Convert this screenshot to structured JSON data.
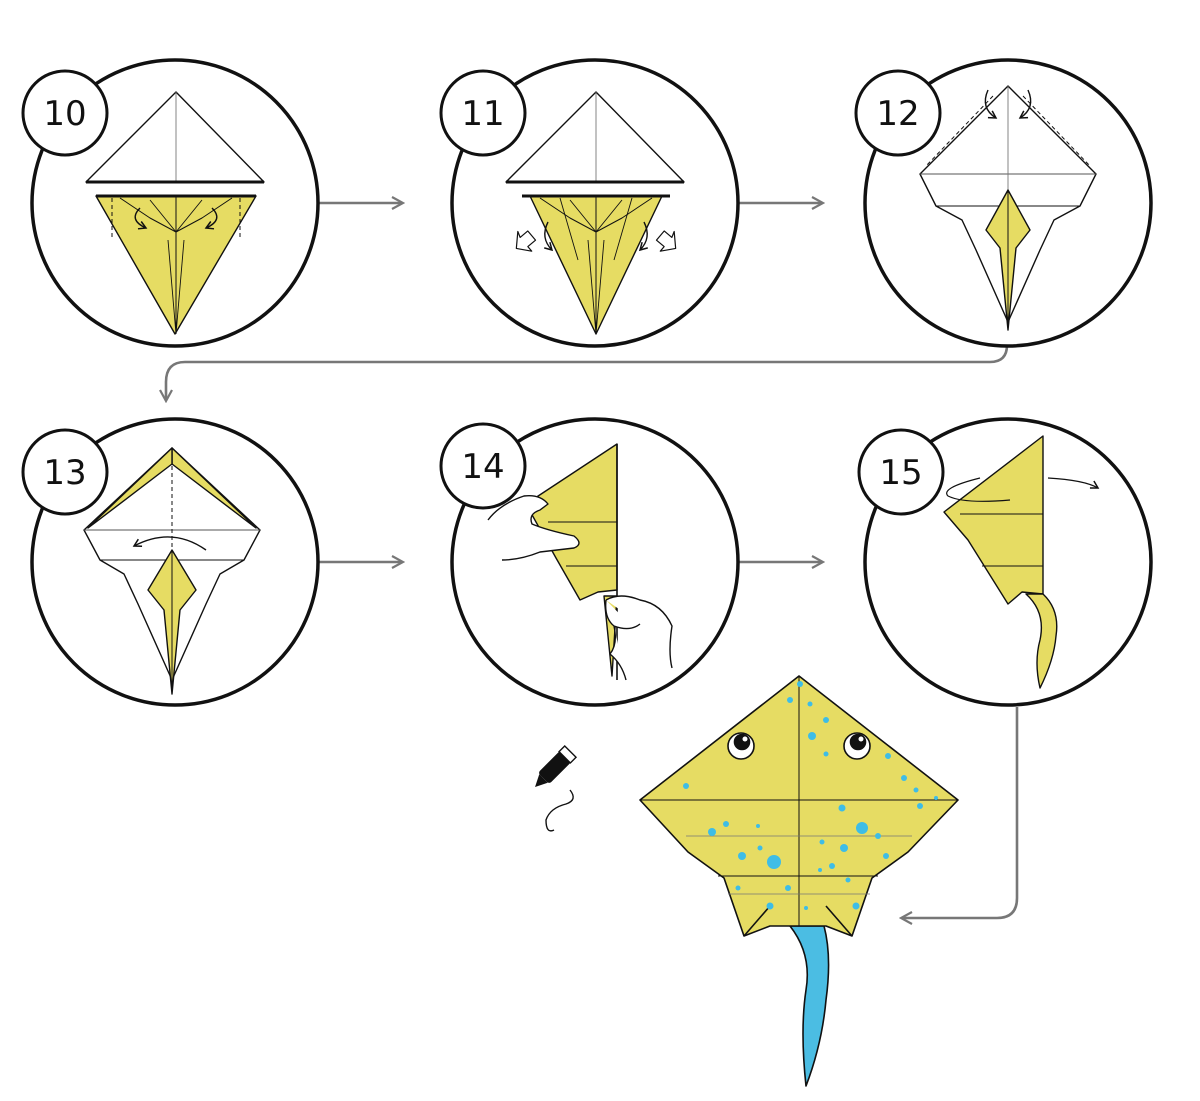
{
  "colors": {
    "paper_yellow": "#E6DC63",
    "paper_white": "#FFFFFF",
    "outline": "#111111",
    "crease": "#555555",
    "arrow_gray": "#777777",
    "spot_blue": "#3EBDE6",
    "tail_blue": "#4BBDE3"
  },
  "steps": [
    {
      "number": "10",
      "description_icon": "fold-flaps-icon"
    },
    {
      "number": "11",
      "description_icon": "squash-fold-icon"
    },
    {
      "number": "12",
      "description_icon": "fold-top-edges-icon"
    },
    {
      "number": "13",
      "description_icon": "valley-fold-in-half-icon"
    },
    {
      "number": "14",
      "description_icon": "crimp-tail-hands-icon"
    },
    {
      "number": "15",
      "description_icon": "unfold-turn-over-icon"
    }
  ],
  "final": {
    "subject": "stingray-icon",
    "decorate_icon": "marker-pen-icon"
  }
}
